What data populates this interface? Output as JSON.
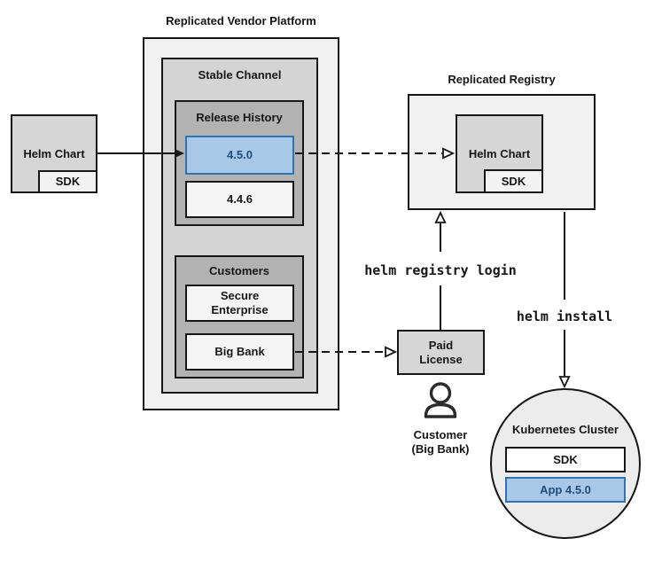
{
  "colors": {
    "highlight_fill": "#a9c7e7",
    "highlight_border": "#2e74b5",
    "highlight_text": "#1f4e79",
    "container_light": "#f1f1f1",
    "container_mid": "#d4d4d4",
    "container_dark": "#b2b2b2",
    "item_light": "#f5f5f5",
    "line_color": "#161616"
  },
  "icons": {
    "customer": "person-outline-icon"
  },
  "source": {
    "helm_chart_label": "Helm Chart",
    "sdk_label": "SDK"
  },
  "vendor_platform": {
    "title": "Replicated Vendor Platform",
    "stable_channel": {
      "label": "Stable Channel",
      "release_history": {
        "label": "Release History",
        "releases": [
          {
            "version": "4.5.0",
            "highlighted": true
          },
          {
            "version": "4.4.6",
            "highlighted": false
          }
        ]
      },
      "customers": {
        "label": "Customers",
        "items": [
          {
            "name": "Secure\nEnterprise"
          },
          {
            "name": "Big Bank"
          }
        ]
      }
    }
  },
  "registry": {
    "title": "Replicated Registry",
    "helm_chart_label": "Helm Chart",
    "sdk_label": "SDK"
  },
  "license": {
    "label": "Paid\nLicense",
    "customer_caption": "Customer\n(Big Bank)"
  },
  "commands": {
    "registry_login": "helm registry login",
    "install": "helm install"
  },
  "cluster": {
    "title": "Kubernetes Cluster",
    "sdk_label": "SDK",
    "app_label": "App 4.5.0"
  }
}
